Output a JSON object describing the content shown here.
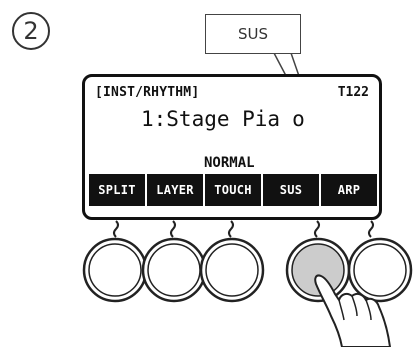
{
  "step": {
    "number": "2"
  },
  "callout": {
    "text": "SUS"
  },
  "display": {
    "category": "[INST/RHYTHM]",
    "tempo": "T122",
    "tone": "1:Stage Pia",
    "tone_tail": "o",
    "mode": "NORMAL",
    "softkeys": [
      "SPLIT",
      "LAYER",
      "TOUCH",
      "SUS",
      "ARP"
    ]
  },
  "knobs": {
    "count": 5,
    "pressed_index": 3
  },
  "colors": {
    "lcd_key_bg": "#111111",
    "knob_pressed": "#cccccc",
    "outline": "#222222"
  }
}
